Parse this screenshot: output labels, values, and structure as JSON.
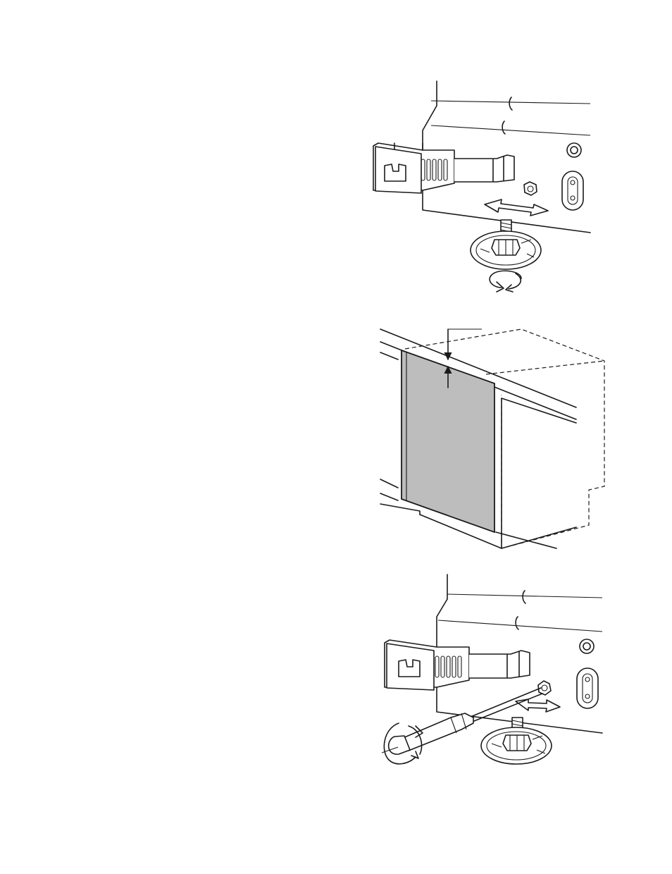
{
  "figures": [
    {
      "id": "leveling-leg",
      "icons": [
        "bracket",
        "threaded-leg",
        "rotate-arrow",
        "slide-arrow"
      ]
    },
    {
      "id": "panel-alignment",
      "icons": [
        "gray-panel",
        "gap-arrow-down",
        "gap-arrow-up",
        "dashed-cabinet-outline"
      ]
    },
    {
      "id": "rear-leg-adjust",
      "icons": [
        "bracket",
        "screwdriver",
        "rotate-arrow",
        "slide-arrow"
      ]
    }
  ],
  "colors": {
    "line": "#1a1a1a",
    "panel": "#bdbdbd",
    "background": "#ffffff"
  }
}
